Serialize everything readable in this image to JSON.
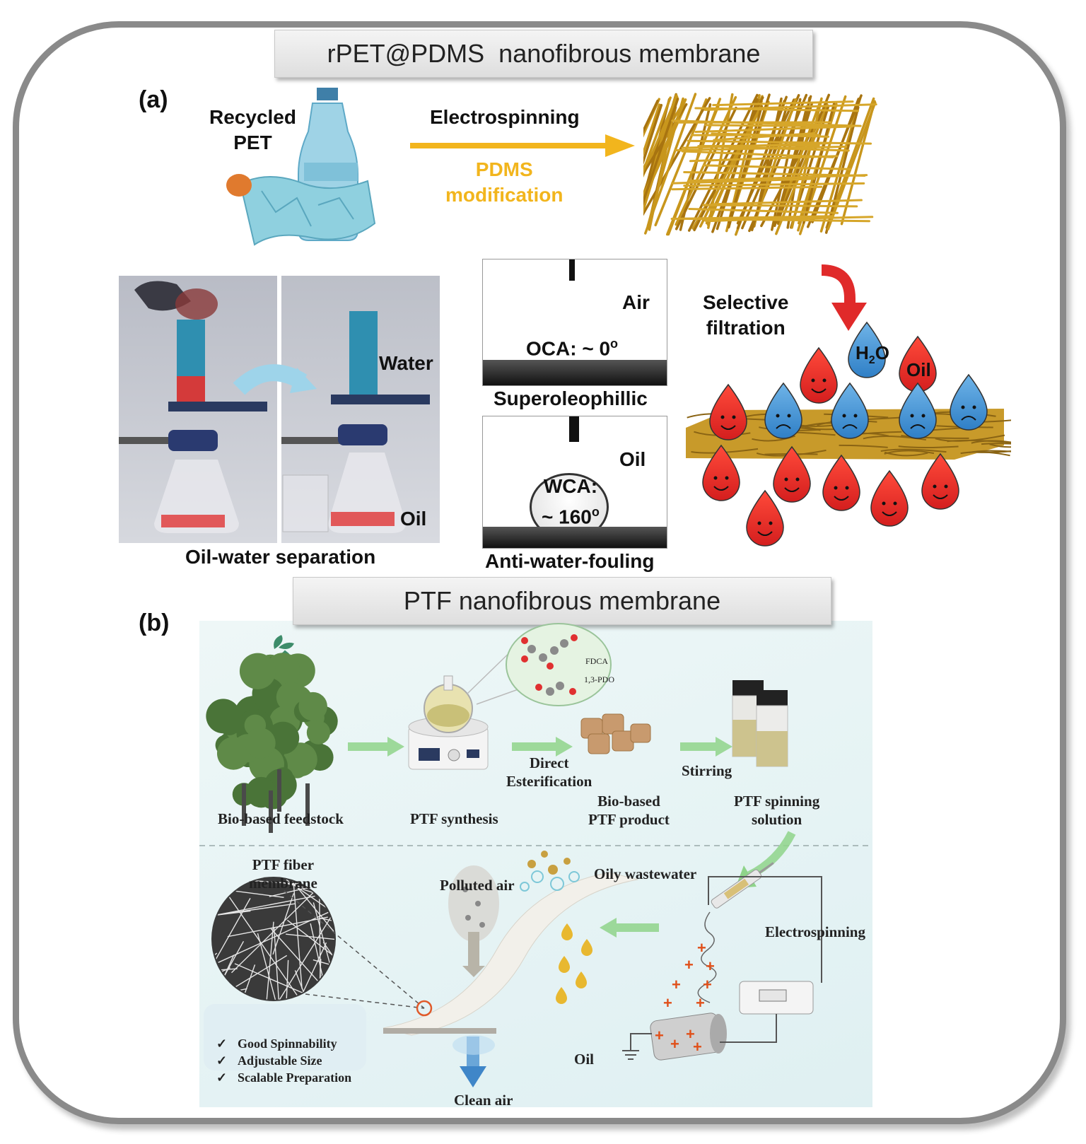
{
  "panel_a": {
    "banner": "rPET@PDMS  nanofibrous membrane",
    "tag": "(a)",
    "recycled_pet": [
      "Recycled",
      "PET"
    ],
    "electrospinning": "Electrospinning",
    "pdms_mod": [
      "PDMS",
      "modification"
    ],
    "photo_labels": {
      "water": "Water",
      "oil": "Oil"
    },
    "oil_water_separation": "Oil-water separation",
    "contact": {
      "air": "Air",
      "oca": "OCA: ~ 0",
      "oca_sup": "o",
      "superoleophilic": "Superoleophillic",
      "oil": "Oil",
      "wca_line1": "WCA:",
      "wca_line2": "~ 160",
      "wca_sup": "o",
      "anti_fouling": "Anti-water-fouling"
    },
    "selective": [
      "Selective",
      "filtration"
    ],
    "drop_h2o": "H",
    "drop_h2o_sub": "2",
    "drop_h2o_end": "O",
    "drop_oil": "Oil"
  },
  "panel_b": {
    "banner": "PTF nanofibrous membrane",
    "tag": "(b)",
    "fdca": "FDCA",
    "pdo": "1,3-PDO",
    "bio_feedstock": "Bio-based feedstock",
    "ptf_synthesis": "PTF synthesis",
    "direct_ester": [
      "Direct",
      "Esterification"
    ],
    "bio_product": [
      "Bio-based",
      "PTF product"
    ],
    "stirring": "Stirring",
    "spinning_solution": [
      "PTF spinning",
      "solution"
    ],
    "fiber_membrane": [
      "PTF fiber",
      "membrane"
    ],
    "polluted_air": "Polluted air",
    "oily_wastewater": "Oily wastewater",
    "electrospinning": "Electrospinning",
    "oil": "Oil",
    "clean_air": "Clean air",
    "checklist": [
      "Good Spinnability",
      "Adjustable Size",
      "Scalable Preparation"
    ],
    "check_mark": "✓",
    "plus": "+"
  }
}
